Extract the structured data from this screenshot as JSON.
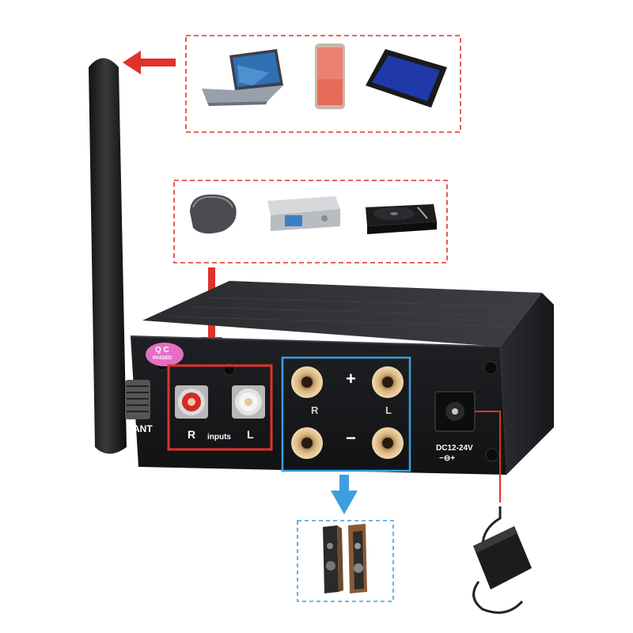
{
  "qc_badge": {
    "line1": "Q C",
    "line2": "PASSED"
  },
  "antenna_label": "ANT",
  "inputs": {
    "right": "R",
    "word": "inputs",
    "left": "L"
  },
  "speaker_terminals": {
    "plus": "+",
    "minus": "−",
    "right": "R",
    "left": "L"
  },
  "power": {
    "label": "DC12-24V",
    "polarity": "−⊖+"
  },
  "colors": {
    "source_box": "#e0322b",
    "speaker_box": "#3b9fe0",
    "power_lead": "#d9342b",
    "chassis": "#1b1c1f"
  },
  "icons": {
    "wireless_sources": [
      "laptop-icon",
      "smartphone-icon",
      "tablet-icon"
    ],
    "wired_sources": [
      "cd-player-icon",
      "audio-player-icon",
      "turntable-icon"
    ],
    "outputs": [
      "speaker-pair-icon",
      "power-adapter-icon"
    ]
  }
}
